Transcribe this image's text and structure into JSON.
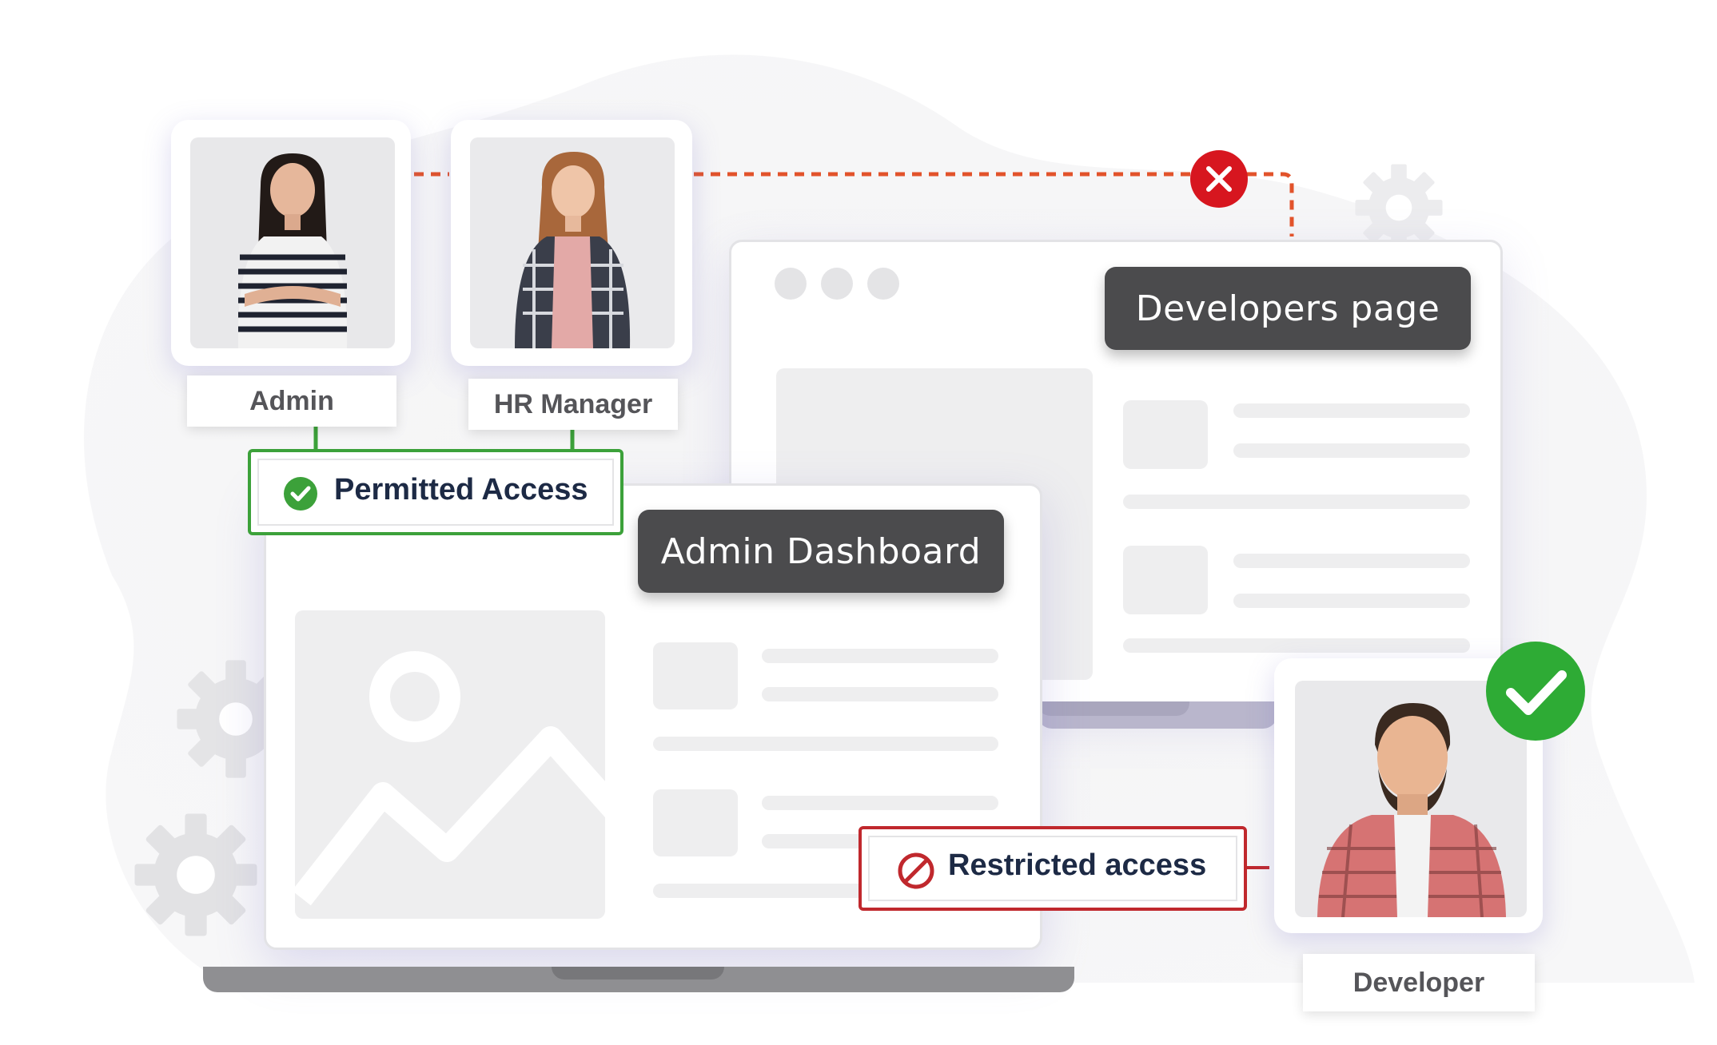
{
  "roles": {
    "admin": "Admin",
    "hr_manager": "HR Manager",
    "developer": "Developer"
  },
  "pages": {
    "developers_page": "Developers page",
    "admin_dashboard": "Admin Dashboard"
  },
  "badges": {
    "permitted": "Permitted Access",
    "restricted": "Restricted access"
  },
  "colors": {
    "permitted_green": "#3ca13a",
    "restricted_red": "#c0282d",
    "denied_red": "#d7161f",
    "connector_orange": "#e2532b",
    "check_green": "#2eab35",
    "dark_tag": "#4b4b4d"
  },
  "icons": {
    "denied": "x-circle-icon",
    "permitted": "check-circle-icon",
    "restricted": "no-entry-icon",
    "approved": "check-badge-icon",
    "settings": "gear-icon"
  }
}
